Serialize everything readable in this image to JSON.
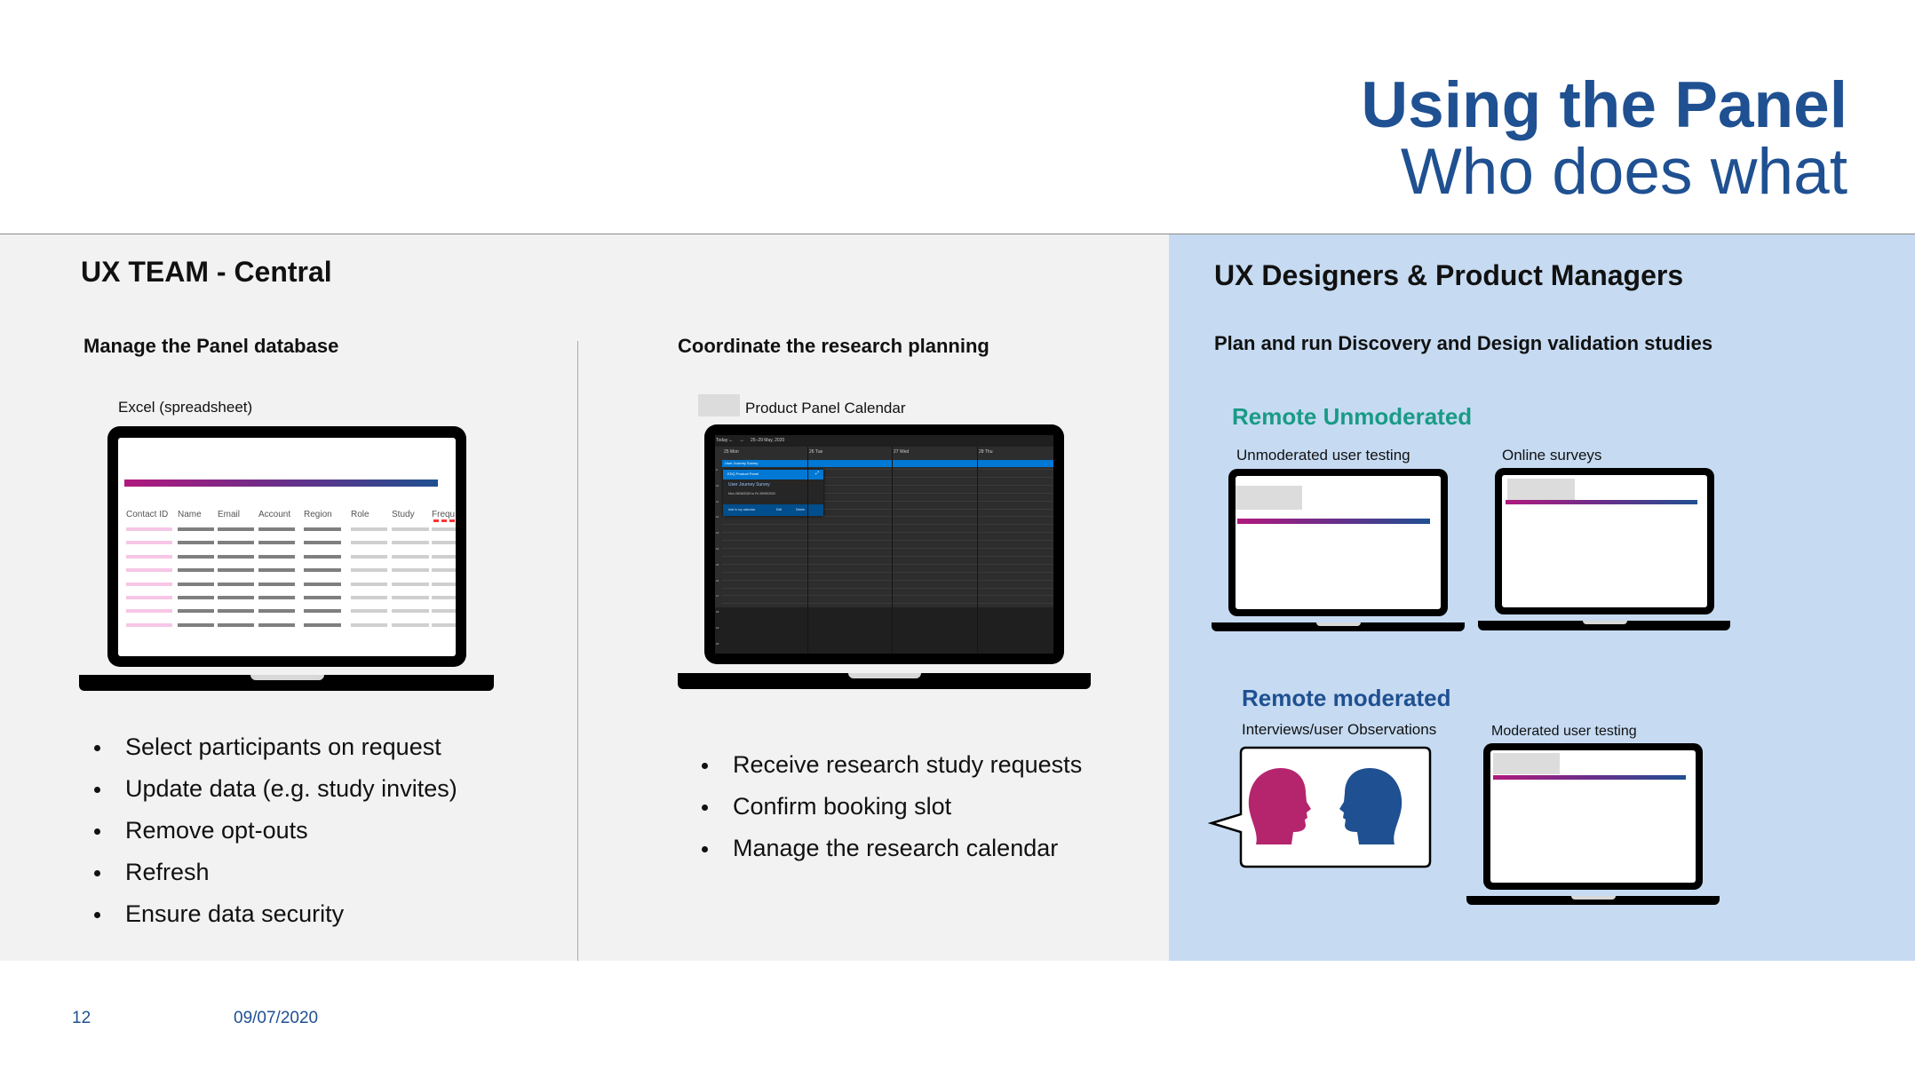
{
  "header": {
    "title": "Using the Panel",
    "subtitle": "Who does what"
  },
  "left": {
    "heading": "UX TEAM - Central",
    "database": {
      "heading": "Manage the Panel database",
      "image_label": "Excel (spreadsheet)",
      "columns": [
        "Contact ID",
        "Name",
        "Email",
        "Account",
        "Region",
        "Role",
        "Study",
        "Frequ"
      ],
      "bullets": [
        "Select participants on request",
        "Update data (e.g. study invites)",
        "Remove opt-outs",
        "Refresh",
        "Ensure data security"
      ]
    },
    "planning": {
      "heading": "Coordinate the research planning",
      "image_label": "Product Panel Calendar",
      "calendar": {
        "today": "Today",
        "range": "25–29 May, 2020",
        "days": [
          {
            "num": "25",
            "name": "Mon"
          },
          {
            "num": "26",
            "name": "Tue"
          },
          {
            "num": "27",
            "name": "Wed"
          },
          {
            "num": "28",
            "name": "Thu"
          }
        ],
        "hours": [
          "9",
          "10",
          "11",
          "12",
          "13",
          "14",
          "15",
          "16",
          "17",
          "18",
          "19",
          "20"
        ],
        "event": "User Journey Survey",
        "popup": {
          "calendar_name": "EDQ Product Panel",
          "title": "User Journey Survey",
          "dates": "Mon 25/05/2020 to Fri 29/05/2020",
          "add": "Add to my calendar",
          "edit": "Edit",
          "delete": "Delete"
        }
      },
      "bullets": [
        "Receive research study requests",
        "Confirm booking slot",
        "Manage the research calendar"
      ]
    }
  },
  "right": {
    "heading": "UX Designers & Product Managers",
    "subheading": "Plan and run Discovery and Design validation studies",
    "unmoderated": {
      "heading": "Remote Unmoderated",
      "items": [
        "Unmoderated user testing",
        "Online surveys"
      ]
    },
    "moderated": {
      "heading": "Remote moderated",
      "items": [
        "Interviews/user Observations",
        "Moderated user testing"
      ]
    }
  },
  "footer": {
    "page": "12",
    "date": "09/07/2020"
  },
  "colors": {
    "brand_blue": "#1f5091",
    "teal": "#1a9a86",
    "magenta": "#b5256e",
    "panel_gray": "#f2f2f2",
    "panel_blue": "#c6dbf2",
    "calendar_accent": "#0078d4"
  }
}
